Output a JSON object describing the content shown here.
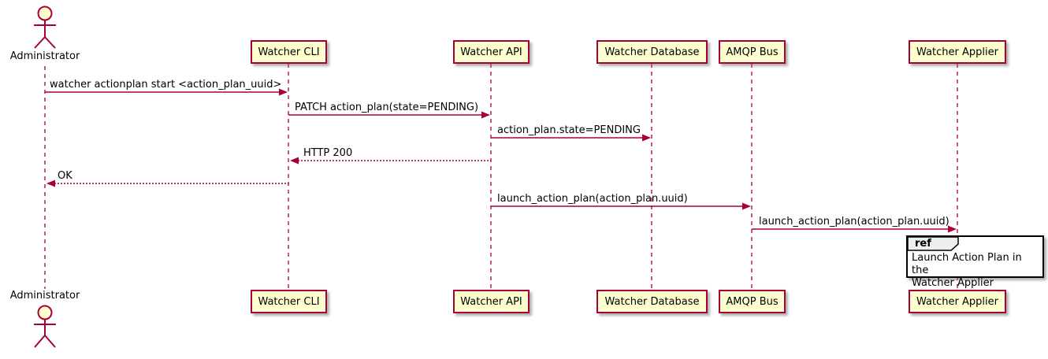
{
  "diagram_type": "uml-sequence-diagram",
  "colors": {
    "participant_fill": "#FEFECE",
    "participant_border": "#A80036",
    "lifeline": "#A80036",
    "arrow": "#A80036",
    "text": "#000000",
    "ref_fill": "#FFFFFF",
    "ref_border": "#000000",
    "ref_header_fill": "#EEEEEE",
    "background": "#FFFFFF"
  },
  "actor": {
    "top_label": "Administrator",
    "bottom_label": "Administrator"
  },
  "participants": [
    {
      "label": "Watcher CLI"
    },
    {
      "label": "Watcher API"
    },
    {
      "label": "Watcher Database"
    },
    {
      "label": "AMQP Bus"
    },
    {
      "label": "Watcher Applier"
    }
  ],
  "messages": [
    {
      "label": "watcher actionplan start <action_plan_uuid>",
      "from": "Administrator",
      "to": "Watcher CLI",
      "line_style": "solid"
    },
    {
      "label": "PATCH action_plan(state=PENDING)",
      "from": "Watcher CLI",
      "to": "Watcher API",
      "line_style": "solid"
    },
    {
      "label": "action_plan.state=PENDING",
      "from": "Watcher API",
      "to": "Watcher Database",
      "line_style": "solid"
    },
    {
      "label": "HTTP 200",
      "from": "Watcher API",
      "to": "Watcher CLI",
      "line_style": "dotted"
    },
    {
      "label": "OK",
      "from": "Watcher CLI",
      "to": "Administrator",
      "line_style": "dotted"
    },
    {
      "label": "launch_action_plan(action_plan.uuid)",
      "from": "Watcher API",
      "to": "AMQP Bus",
      "line_style": "solid"
    },
    {
      "label": "launch_action_plan(action_plan.uuid)",
      "from": "AMQP Bus",
      "to": "Watcher Applier",
      "line_style": "solid"
    }
  ],
  "ref_fragment": {
    "keyword": "ref",
    "line1": "Launch Action Plan in the",
    "line2": "Watcher Applier"
  }
}
